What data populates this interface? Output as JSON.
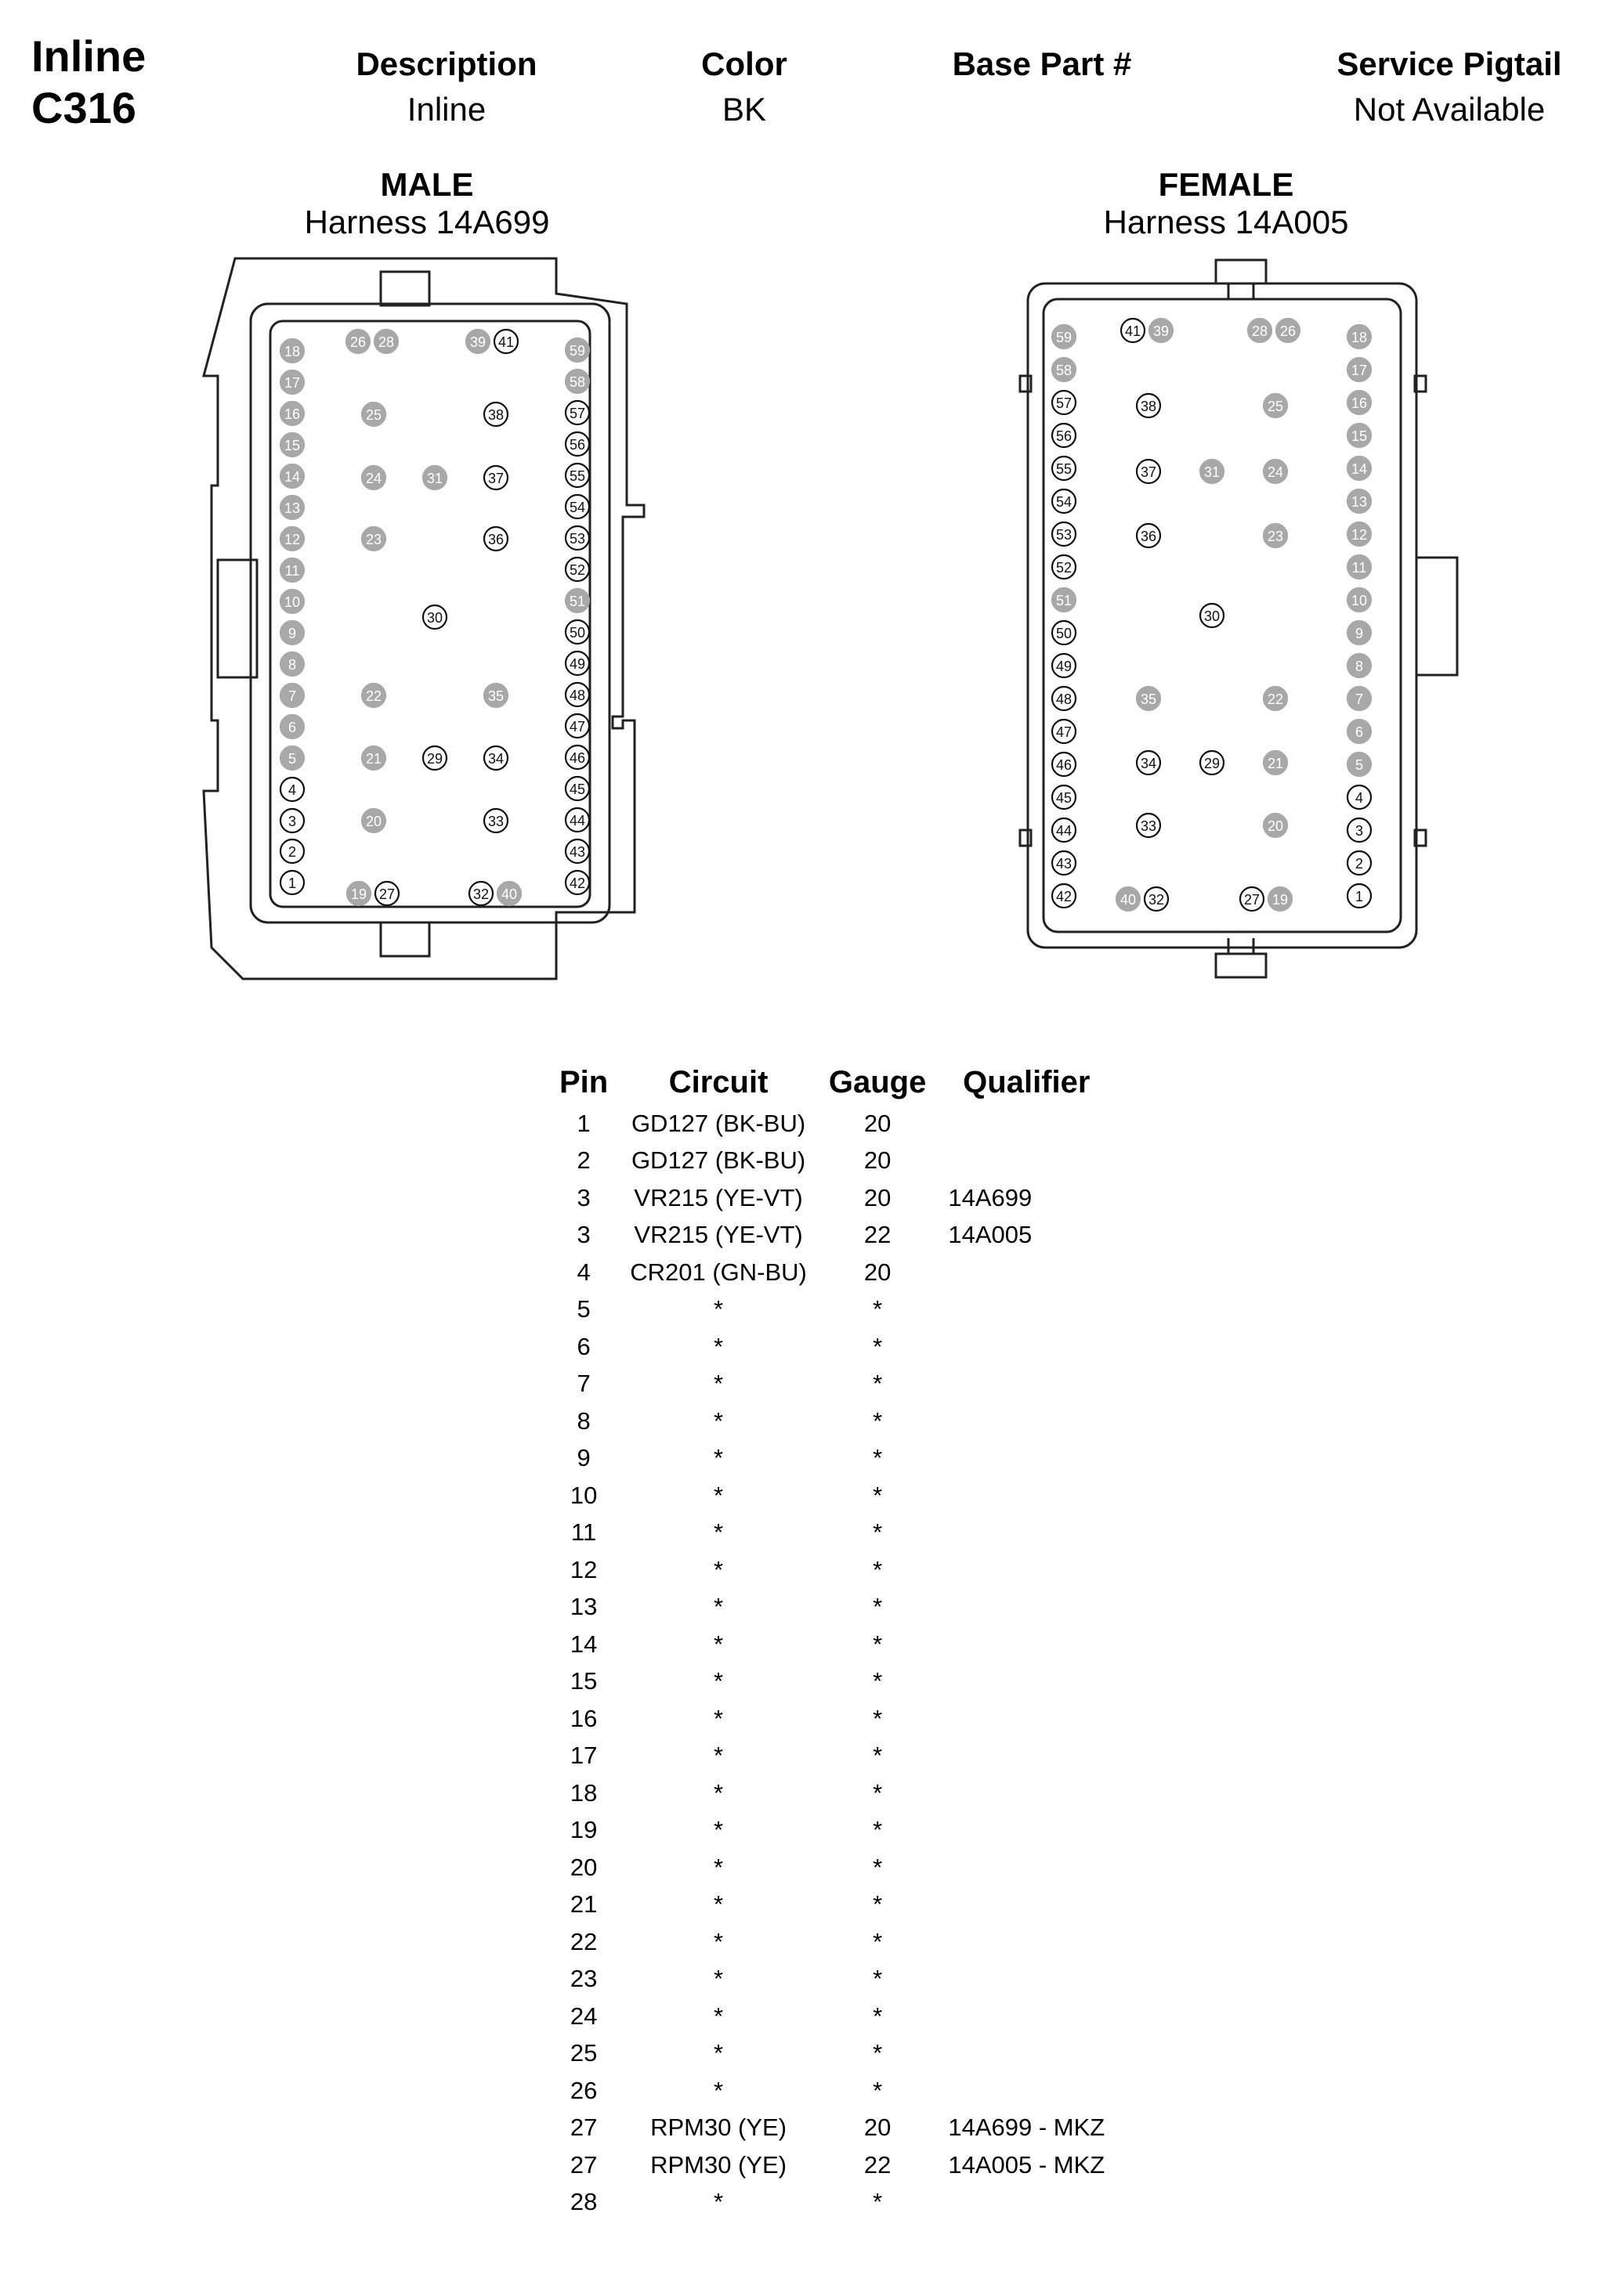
{
  "header": {
    "connector_type": "Inline",
    "connector_id": "C316",
    "columns": [
      {
        "heading": "Description",
        "value": "Inline"
      },
      {
        "heading": "Color",
        "value": "BK"
      },
      {
        "heading": "Base Part #",
        "value": ""
      },
      {
        "heading": "Service Pigtail",
        "value": "Not Available"
      }
    ]
  },
  "male": {
    "label": "MALE",
    "harness": "Harness  14A699"
  },
  "female": {
    "label": "FEMALE",
    "harness": "Harness  14A005"
  },
  "pin_states": {
    "filled": [
      5,
      6,
      7,
      8,
      9,
      10,
      11,
      12,
      13,
      14,
      15,
      16,
      17,
      18,
      19,
      20,
      21,
      22,
      23,
      24,
      25,
      26,
      28,
      31,
      35,
      39,
      40,
      51,
      58,
      59
    ],
    "outlined": [
      1,
      2,
      3,
      4,
      27,
      29,
      30,
      32,
      33,
      34,
      36,
      37,
      38,
      41,
      42,
      43,
      44,
      45,
      46,
      47,
      48,
      49,
      50,
      52,
      53,
      54,
      55,
      56,
      57
    ]
  },
  "pin_table": {
    "headers": [
      "Pin",
      "Circuit",
      "Gauge",
      "Qualifier"
    ],
    "rows": [
      [
        "1",
        "GD127 (BK-BU)",
        "20",
        ""
      ],
      [
        "2",
        "GD127 (BK-BU)",
        "20",
        ""
      ],
      [
        "3",
        "VR215 (YE-VT)",
        "20",
        "14A699"
      ],
      [
        "3",
        "VR215 (YE-VT)",
        "22",
        "14A005"
      ],
      [
        "4",
        "CR201 (GN-BU)",
        "20",
        ""
      ],
      [
        "5",
        "*",
        "*",
        ""
      ],
      [
        "6",
        "*",
        "*",
        ""
      ],
      [
        "7",
        "*",
        "*",
        ""
      ],
      [
        "8",
        "*",
        "*",
        ""
      ],
      [
        "9",
        "*",
        "*",
        ""
      ],
      [
        "10",
        "*",
        "*",
        ""
      ],
      [
        "11",
        "*",
        "*",
        ""
      ],
      [
        "12",
        "*",
        "*",
        ""
      ],
      [
        "13",
        "*",
        "*",
        ""
      ],
      [
        "14",
        "*",
        "*",
        ""
      ],
      [
        "15",
        "*",
        "*",
        ""
      ],
      [
        "16",
        "*",
        "*",
        ""
      ],
      [
        "17",
        "*",
        "*",
        ""
      ],
      [
        "18",
        "*",
        "*",
        ""
      ],
      [
        "19",
        "*",
        "*",
        ""
      ],
      [
        "20",
        "*",
        "*",
        ""
      ],
      [
        "21",
        "*",
        "*",
        ""
      ],
      [
        "22",
        "*",
        "*",
        ""
      ],
      [
        "23",
        "*",
        "*",
        ""
      ],
      [
        "24",
        "*",
        "*",
        ""
      ],
      [
        "25",
        "*",
        "*",
        ""
      ],
      [
        "26",
        "*",
        "*",
        ""
      ],
      [
        "27",
        "RPM30 (YE)",
        "20",
        "14A699 - MKZ"
      ],
      [
        "27",
        "RPM30 (YE)",
        "22",
        "14A005 - MKZ"
      ],
      [
        "28",
        "*",
        "*",
        ""
      ]
    ]
  }
}
